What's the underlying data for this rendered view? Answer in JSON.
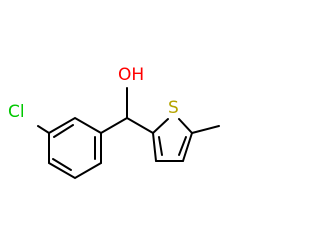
{
  "molecule": {
    "atoms": {
      "hydroxyl": "OH",
      "sulfur": "S",
      "chlorine": "Cl"
    },
    "colors": {
      "bond": "#000000",
      "oxygen": "#ff0000",
      "sulfur": "#b5a400",
      "chlorine": "#00c800"
    }
  }
}
